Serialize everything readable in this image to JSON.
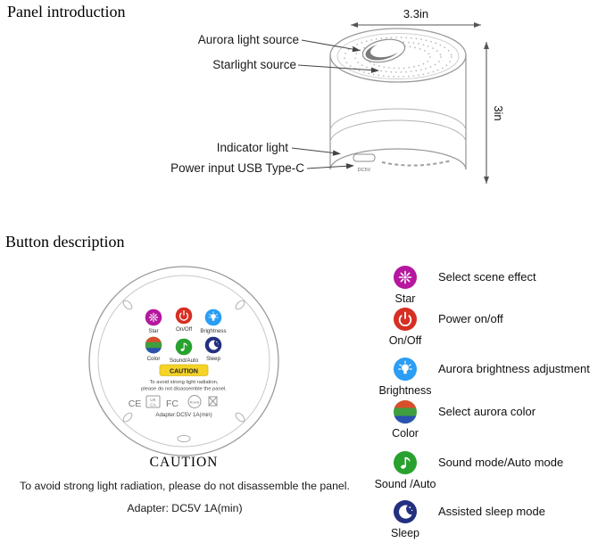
{
  "panel_intro": {
    "title": "Panel introduction",
    "labels": [
      "Aurora light source",
      "Starlight source",
      "Indicator light",
      "Power input USB Type-C"
    ],
    "dim_width": "3.3in",
    "dim_height": "3in",
    "port_label": "DC5V"
  },
  "button_desc": {
    "title": "Button description",
    "device": {
      "buttons": [
        "Star",
        "On/Off",
        "Brightness",
        "Color",
        "Sound/Auto",
        "Sleep"
      ],
      "caution_badge": "CAUTION",
      "caution_line1": "To avoid strong light radiation,",
      "caution_line2": "please do not disassemble the panel.",
      "certs": {
        "ce": "CE",
        "ukca_top": "UK",
        "ukca_bottom": "CA",
        "fcc": "FC",
        "rohs": "RoHS"
      },
      "adapter": "Adapter:DC5V 1A(min)"
    },
    "caution": {
      "title": "CAUTION",
      "text": "To avoid strong light radiation, please do not disassemble the panel.",
      "adapter": "Adapter: DC5V 1A(min)"
    },
    "legend": [
      {
        "name": "Star",
        "desc": "Select scene effect",
        "color": "#b5179e"
      },
      {
        "name": "On/Off",
        "desc": "Power on/off",
        "color": "#d62f23"
      },
      {
        "name": "Brightness",
        "desc": "Aurora brightness adjustment",
        "color": "#2a9df4"
      },
      {
        "name": "Color",
        "desc": "Select aurora color",
        "color": [
          "#d94f2b",
          "#3f9e3f",
          "#2a52b0"
        ]
      },
      {
        "name": "Sound /Auto",
        "desc": "Sound mode/Auto mode",
        "color": "#28a12e"
      },
      {
        "name": "Sleep",
        "desc": "Assisted sleep mode",
        "color": "#23307f"
      }
    ]
  }
}
